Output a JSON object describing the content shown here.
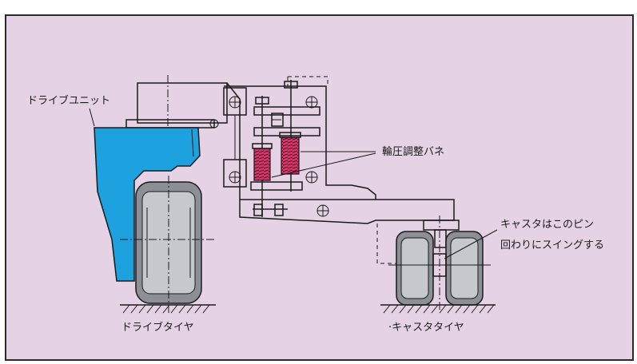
{
  "labels": {
    "drive_unit": "ドライブユニット",
    "spring": "輪圧調整バネ",
    "caster_note_line1": "キャスタはこのピン",
    "caster_note_line2": "回わりにスイングする",
    "drive_tire": "ドライブタイヤ",
    "caster_tire": "·キャスタタイヤ"
  },
  "colors": {
    "background": "#e5d2e4",
    "border": "#2a2a2a",
    "drive_unit": "#1ea2df",
    "spring": "#e0306a",
    "tire": "#8c8f96",
    "hub": "#c5c8cd"
  }
}
